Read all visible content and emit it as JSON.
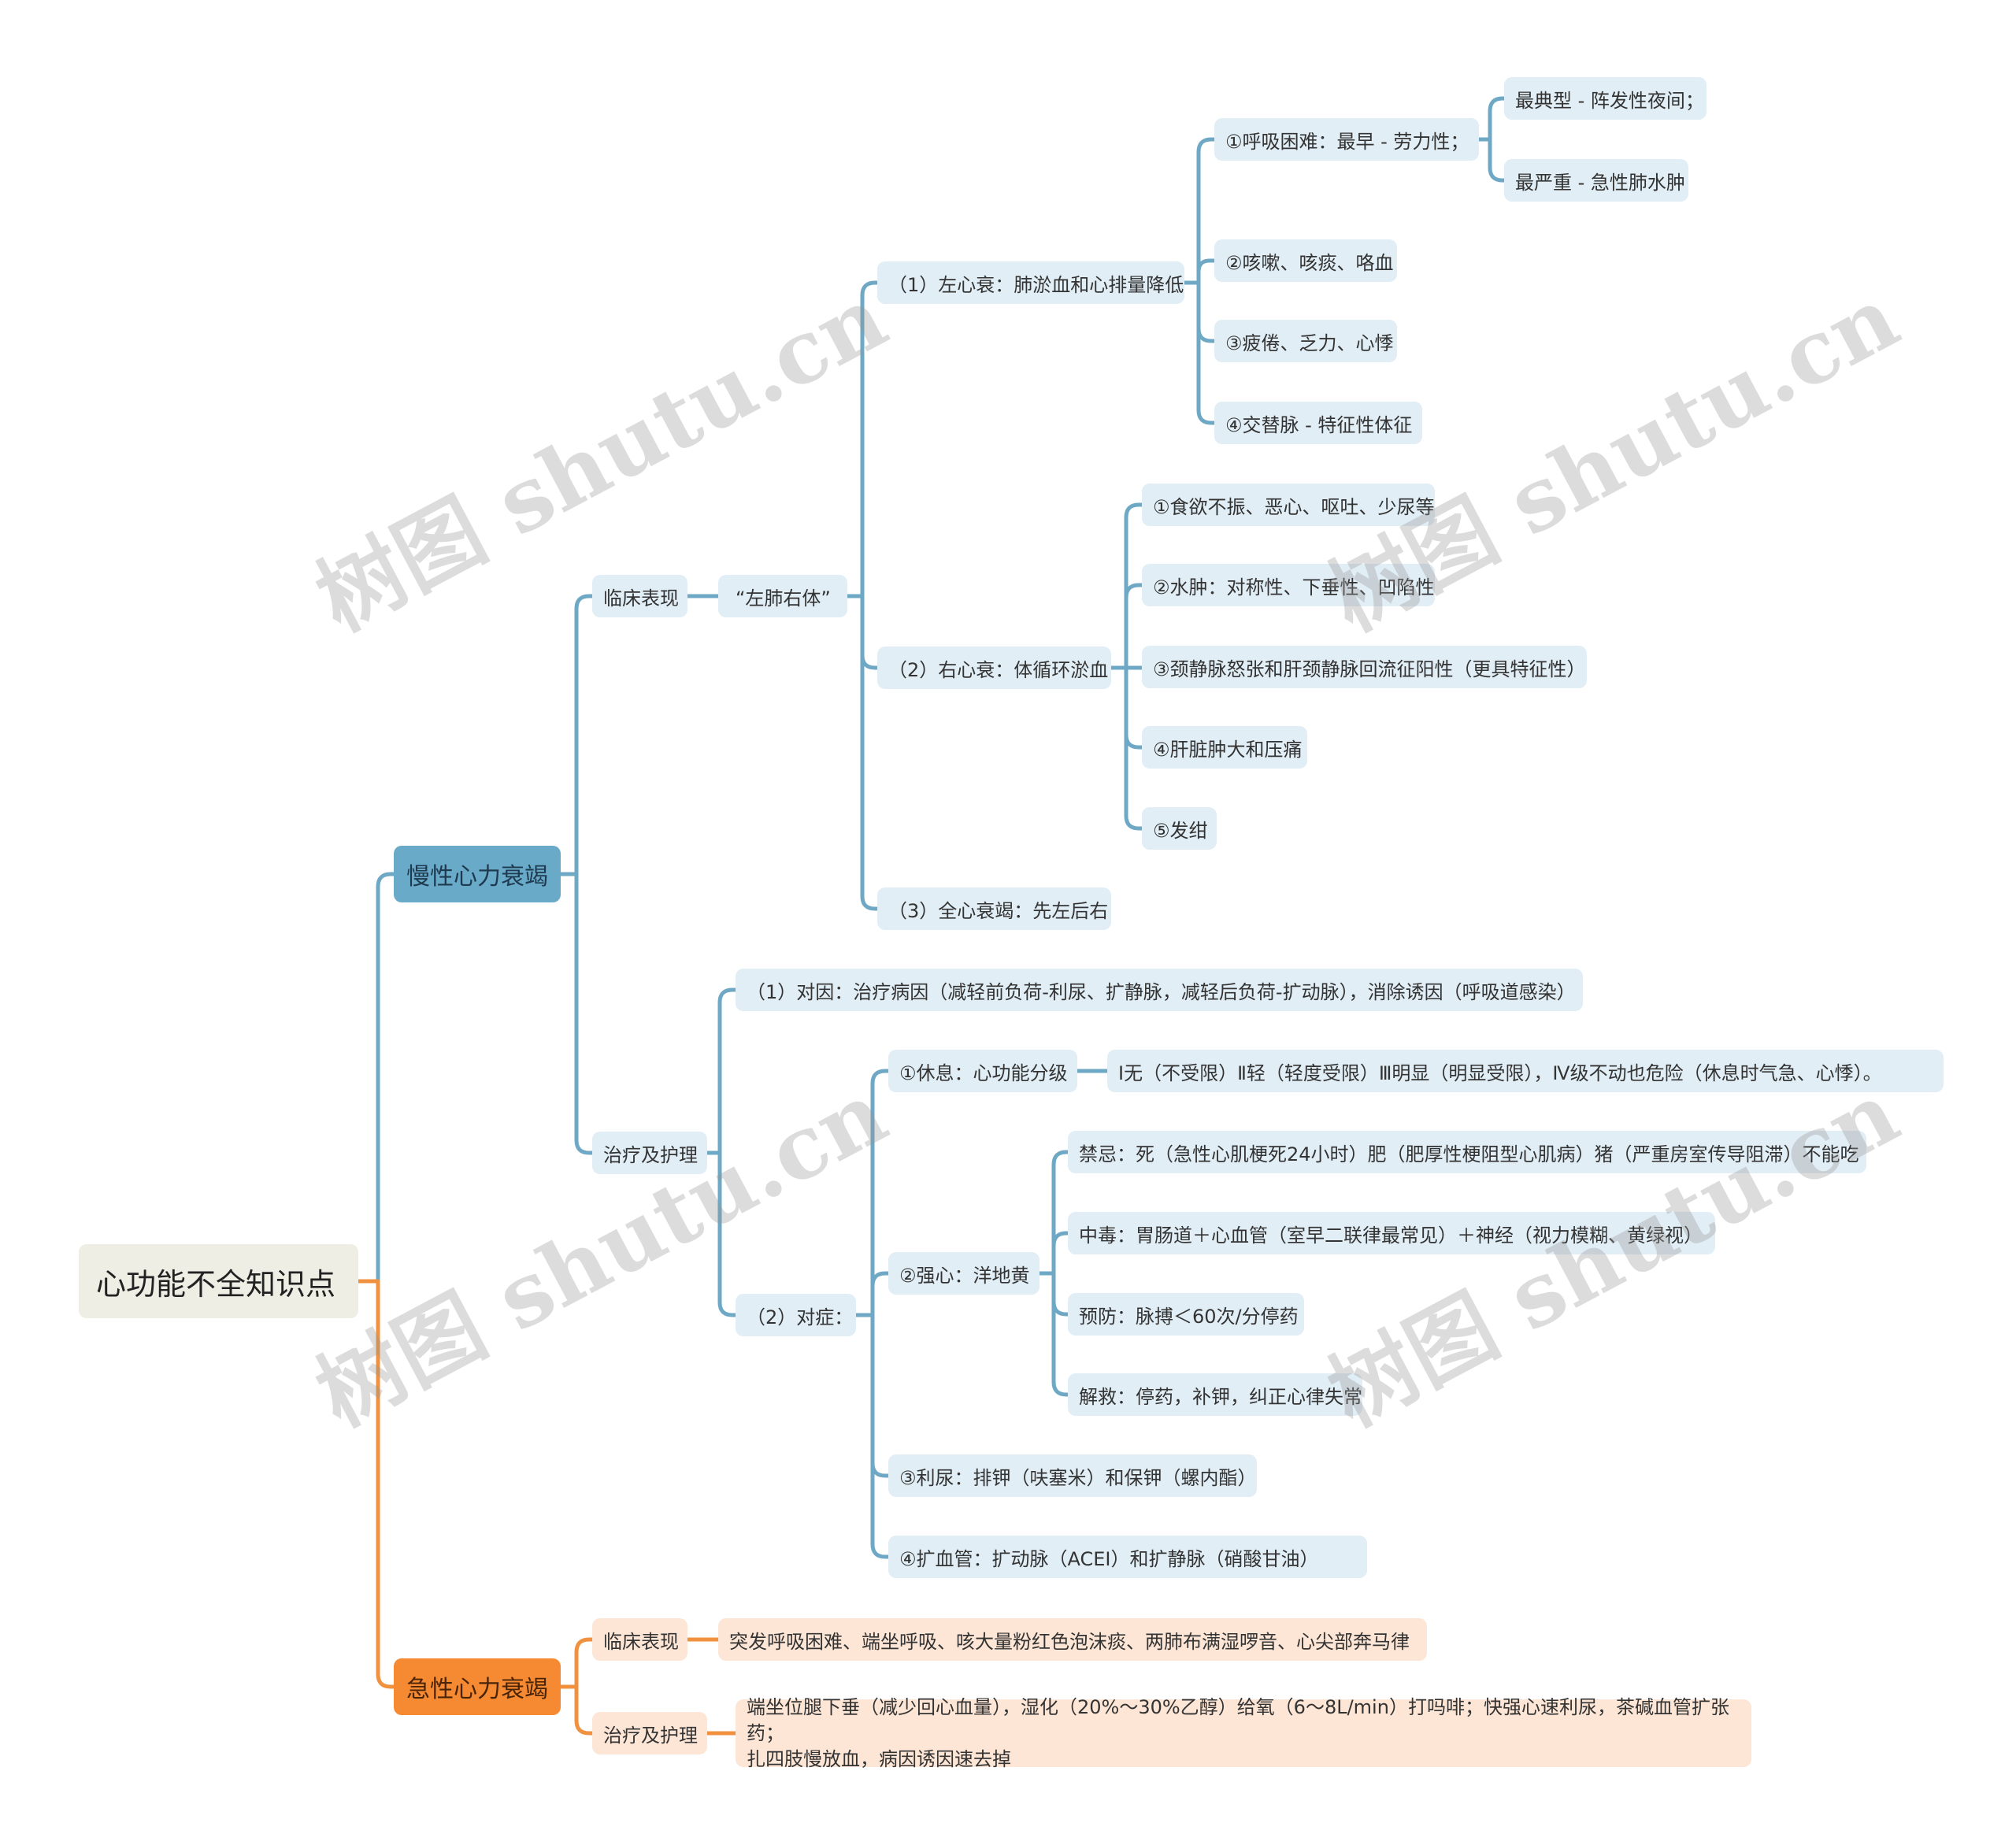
{
  "nodes": {
    "root": "心功能不全知识点",
    "chronic": "慢性心力衰竭",
    "acute": "急性心力衰竭",
    "c_clinical": "临床表现",
    "c_treat": "治疗及护理",
    "left_lung": "“左肺右体”",
    "lhf": "（1）左心衰：肺淤血和心排量降低",
    "rhf": "（2）右心衰：体循环淤血",
    "whf": "（3）全心衰竭：先左后右",
    "l1": "①呼吸困难：最早 - 劳力性；",
    "l1a": "最典型 - 阵发性夜间；",
    "l1b": "最严重 - 急性肺水肿",
    "l2": "②咳嗽、咳痰、咯血",
    "l3": "③疲倦、乏力、心悸",
    "l4": "④交替脉 - 特征性体征",
    "r1": "①食欲不振、恶心、呕吐、少尿等",
    "r2": "②水肿：对称性、下垂性、凹陷性",
    "r3": "③颈静脉怒张和肝颈静脉回流征阳性（更具特征性）",
    "r4": "④肝脏肿大和压痛",
    "r5": "⑤发绀",
    "t1": "（1）对因：治疗病因（减轻前负荷-利尿、扩静脉，减轻后负荷-扩动脉），消除诱因（呼吸道感染）",
    "t2": "（2）对症：",
    "s1": "①休息：心功能分级",
    "s1a": "Ⅰ无（不受限）Ⅱ轻（轻度受限）Ⅲ明显（明显受限），Ⅳ级不动也危险（休息时气急、心悸）。",
    "s2": "②强心：洋地黄",
    "s2a": "禁忌：死（急性心肌梗死24小时）肥（肥厚性梗阻型心肌病）猪（严重房室传导阻滞）不能吃",
    "s2b": "中毒：胃肠道＋心血管（室早二联律最常见）＋神经（视力模糊、黄绿视）",
    "s2c": "预防：脉搏＜60次/分停药",
    "s2d": "解救：停药，补钾，纠正心律失常",
    "s3": "③利尿：排钾（呋塞米）和保钾（螺内酯）",
    "s4": "④扩血管：扩动脉（ACEI）和扩静脉（硝酸甘油）",
    "a_clinical": "临床表现",
    "a_clinical_text": "突发呼吸困难、端坐呼吸、咳大量粉红色泡沫痰、两肺布满湿啰音、心尖部奔马律",
    "a_treat": "治疗及护理",
    "a_treat_line1": "端坐位腿下垂（减少回心血量），湿化（20%～30%乙醇）给氧（6～8L/min）打吗啡；快强心速利尿，茶碱血管扩张药；",
    "a_treat_line2": "扎四肢慢放血，病因诱因速去掉"
  },
  "watermark": "树图 shutu.cn",
  "colors": {
    "root_bg": "#eeeee5",
    "blue_branch": "#6aaac9",
    "blue_node": "#e1eef6",
    "blue_line": "#6fa8c4",
    "orange_branch": "#f68a33",
    "orange_node": "#fde6d6",
    "orange_line": "#f0913f"
  }
}
